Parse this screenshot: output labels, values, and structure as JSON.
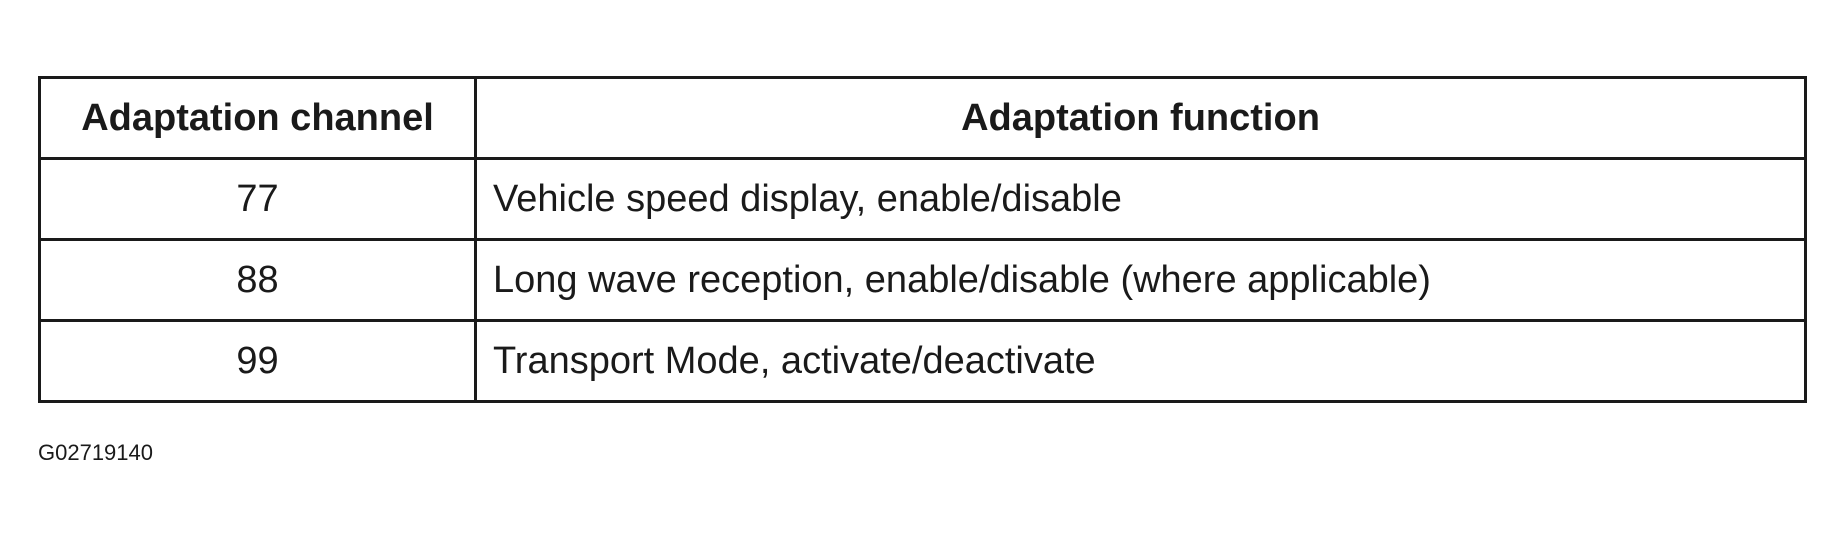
{
  "table": {
    "headers": [
      "Adaptation channel",
      "Adaptation function"
    ],
    "rows": [
      {
        "channel": "77",
        "function": "Vehicle speed display, enable/disable"
      },
      {
        "channel": "88",
        "function": "Long wave reception, enable/disable (where applicable)"
      },
      {
        "channel": "99",
        "function": "Transport Mode, activate/deactivate"
      }
    ]
  },
  "figure_id": "G02719140"
}
